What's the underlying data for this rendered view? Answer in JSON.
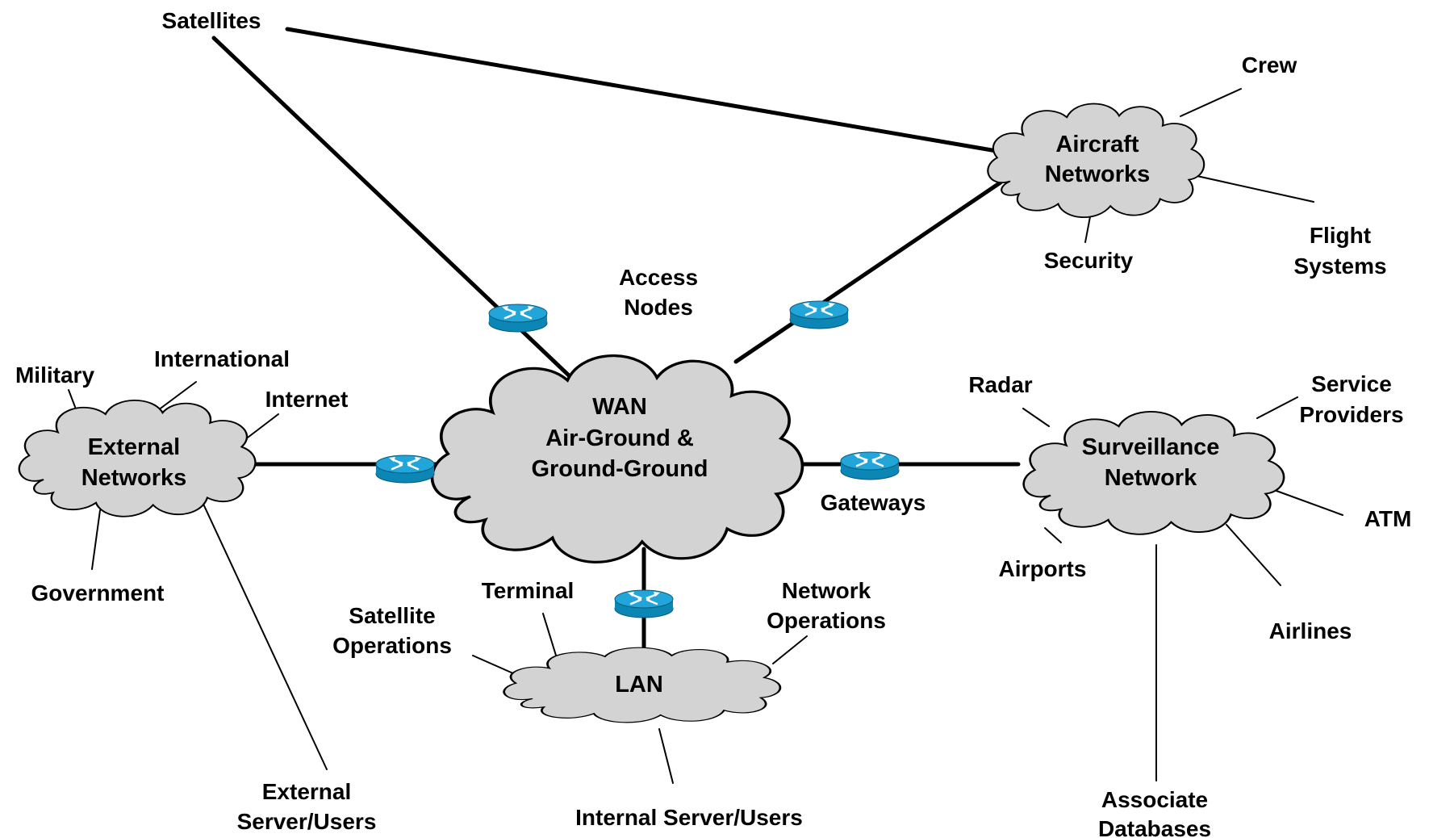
{
  "colors": {
    "background": "#ffffff",
    "cloud_fill": "#d3d3d3",
    "router_top": "#22a6da",
    "router_side": "#0b86b5",
    "line": "#000000"
  },
  "icons": {
    "router": "router-icon"
  },
  "clouds": {
    "wan": [
      "WAN",
      "Air-Ground &",
      "Ground-Ground"
    ],
    "aircraft": [
      "Aircraft",
      "Networks"
    ],
    "external": [
      "External",
      "Networks"
    ],
    "surveillance": [
      "Surveillance",
      "Network"
    ],
    "lan": [
      "LAN"
    ]
  },
  "labels": {
    "satellites": "Satellites",
    "crew": "Crew",
    "security": "Security",
    "flight_systems": [
      "Flight",
      "Systems"
    ],
    "access_nodes": [
      "Access",
      "Nodes"
    ],
    "military": "Military",
    "international": "International",
    "internet": "Internet",
    "government": "Government",
    "external_server_users": [
      "External",
      "Server/Users"
    ],
    "gateways": "Gateways",
    "radar": "Radar",
    "service_providers": [
      "Service",
      "Providers"
    ],
    "atm": "ATM",
    "airports": "Airports",
    "airlines": "Airlines",
    "associate_databases": [
      "Associate",
      "Databases"
    ],
    "terminal": "Terminal",
    "satellite_operations": [
      "Satellite",
      "Operations"
    ],
    "network_operations": [
      "Network",
      "Operations"
    ],
    "internal_server_users": "Internal Server/Users"
  }
}
